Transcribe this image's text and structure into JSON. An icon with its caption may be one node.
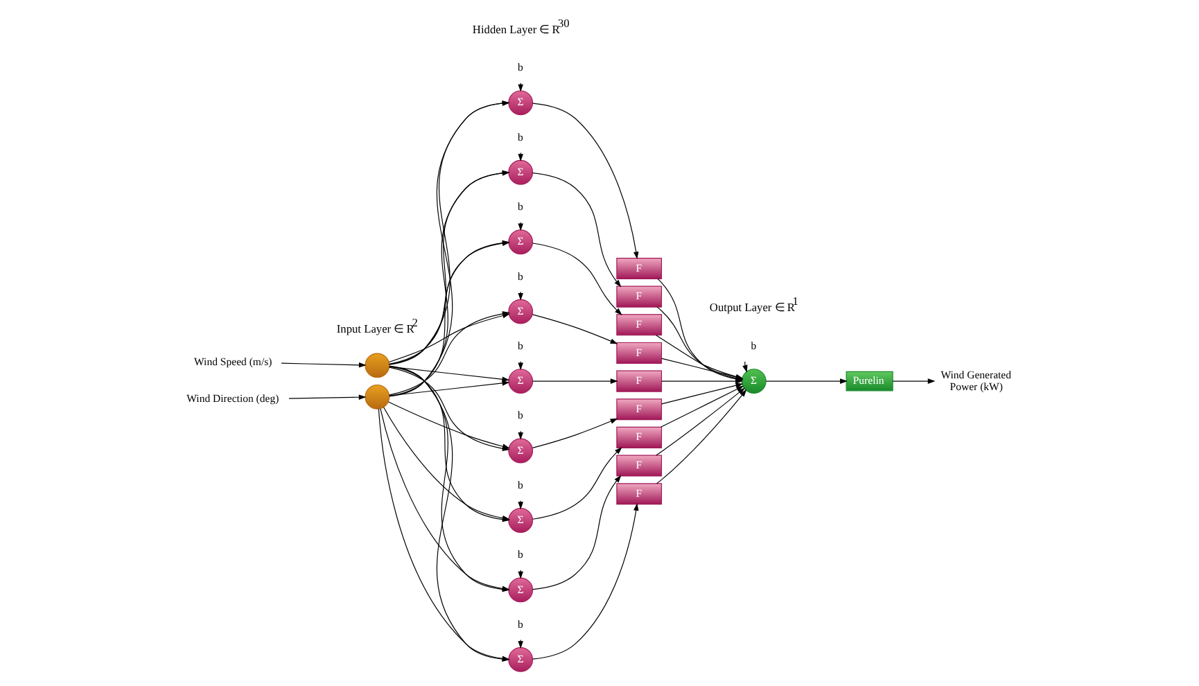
{
  "diagram": {
    "nodes": [
      {
        "text": [
          "Wind Speed (m/s)"
        ]
      },
      {
        "text": [
          "Wind Direction (deg)"
        ]
      },
      {
        "text": [],
        "shape": "circle"
      },
      {
        "text": [],
        "shape": "circle"
      },
      {
        "text": [
          "b"
        ]
      },
      {
        "text": [
          "Σ"
        ]
      },
      {
        "text": [
          "F"
        ]
      },
      {
        "text": [
          "b"
        ]
      },
      {
        "text": [
          "Σ"
        ]
      },
      {
        "text": [
          "F"
        ]
      },
      {
        "text": [
          "b"
        ]
      },
      {
        "text": [
          "Σ"
        ]
      },
      {
        "text": [
          "F"
        ]
      },
      {
        "text": [
          "b"
        ]
      },
      {
        "text": [
          "Σ"
        ]
      },
      {
        "text": [
          "F"
        ]
      },
      {
        "text": [
          "b"
        ]
      },
      {
        "text": [
          "Σ"
        ]
      },
      {
        "text": [
          "F"
        ]
      },
      {
        "text": [
          "b"
        ]
      },
      {
        "text": [
          "Σ"
        ]
      },
      {
        "text": [
          "F"
        ]
      },
      {
        "text": [
          "b"
        ]
      },
      {
        "text": [
          "Σ"
        ]
      },
      {
        "text": [
          "F"
        ]
      },
      {
        "text": [
          "b"
        ]
      },
      {
        "text": [
          "Σ"
        ]
      },
      {
        "text": [
          "F"
        ]
      },
      {
        "text": [
          "b"
        ]
      },
      {
        "text": [
          "Σ"
        ]
      },
      {
        "text": [
          "F"
        ]
      },
      {
        "text": [
          "b"
        ]
      },
      {
        "text": [
          "Σ"
        ]
      },
      {
        "text": [
          "Purelin"
        ]
      },
      {
        "text": [
          "Wind Generated Power (kW)"
        ]
      }
    ],
    "edges": [
      {
        "from": 0,
        "to": 2,
        "arrow": "to"
      },
      {
        "from": 1,
        "to": 3,
        "arrow": "to"
      },
      {
        "from": 2,
        "to": 5,
        "arrow": "to"
      },
      {
        "from": 3,
        "to": 5,
        "arrow": "to"
      },
      {
        "from": 2,
        "to": 8,
        "arrow": "to"
      },
      {
        "from": 3,
        "to": 8,
        "arrow": "to"
      },
      {
        "from": 2,
        "to": 11,
        "arrow": "to"
      },
      {
        "from": 3,
        "to": 11,
        "arrow": "to"
      },
      {
        "from": 2,
        "to": 14,
        "arrow": "to"
      },
      {
        "from": 3,
        "to": 14,
        "arrow": "to"
      },
      {
        "from": 2,
        "to": 17,
        "arrow": "to"
      },
      {
        "from": 3,
        "to": 17,
        "arrow": "to"
      },
      {
        "from": 2,
        "to": 20,
        "arrow": "to"
      },
      {
        "from": 3,
        "to": 20,
        "arrow": "to"
      },
      {
        "from": 2,
        "to": 23,
        "arrow": "to"
      },
      {
        "from": 3,
        "to": 23,
        "arrow": "to"
      },
      {
        "from": 2,
        "to": 26,
        "arrow": "to"
      },
      {
        "from": 3,
        "to": 26,
        "arrow": "to"
      },
      {
        "from": 2,
        "to": 29,
        "arrow": "to"
      },
      {
        "from": 3,
        "to": 29,
        "arrow": "to"
      },
      {
        "from": 4,
        "to": 5,
        "arrow": "to"
      },
      {
        "from": 5,
        "to": 6,
        "arrow": "to"
      },
      {
        "from": 6,
        "to": 32,
        "arrow": "to"
      },
      {
        "from": 7,
        "to": 8,
        "arrow": "to"
      },
      {
        "from": 8,
        "to": 9,
        "arrow": "to"
      },
      {
        "from": 9,
        "to": 32,
        "arrow": "to"
      },
      {
        "from": 10,
        "to": 11,
        "arrow": "to"
      },
      {
        "from": 11,
        "to": 12,
        "arrow": "to"
      },
      {
        "from": 12,
        "to": 32,
        "arrow": "to"
      },
      {
        "from": 13,
        "to": 14,
        "arrow": "to"
      },
      {
        "from": 14,
        "to": 15,
        "arrow": "to"
      },
      {
        "from": 15,
        "to": 32,
        "arrow": "to"
      },
      {
        "from": 16,
        "to": 17,
        "arrow": "to"
      },
      {
        "from": 17,
        "to": 18,
        "arrow": "to"
      },
      {
        "from": 18,
        "to": 32,
        "arrow": "to"
      },
      {
        "from": 19,
        "to": 20,
        "arrow": "to"
      },
      {
        "from": 20,
        "to": 21,
        "arrow": "to"
      },
      {
        "from": 21,
        "to": 32,
        "arrow": "to"
      },
      {
        "from": 22,
        "to": 23,
        "arrow": "to"
      },
      {
        "from": 23,
        "to": 24,
        "arrow": "to"
      },
      {
        "from": 24,
        "to": 32,
        "arrow": "to"
      },
      {
        "from": 25,
        "to": 26,
        "arrow": "to"
      },
      {
        "from": 26,
        "to": 27,
        "arrow": "to"
      },
      {
        "from": 27,
        "to": 32,
        "arrow": "to"
      },
      {
        "from": 28,
        "to": 29,
        "arrow": "to"
      },
      {
        "from": 29,
        "to": 30,
        "arrow": "to"
      },
      {
        "from": 30,
        "to": 32,
        "arrow": "to"
      },
      {
        "from": 31,
        "to": 32,
        "arrow": "to"
      },
      {
        "from": 32,
        "to": 33,
        "arrow": "to"
      },
      {
        "from": 33,
        "to": 34,
        "arrow": "to"
      }
    ],
    "labels": [
      "Input Layer ∈ R$^{2}$",
      "Hidden Layer ∈ R$^{30}$",
      "Output Layer ∈ R$^{1}$"
    ]
  }
}
